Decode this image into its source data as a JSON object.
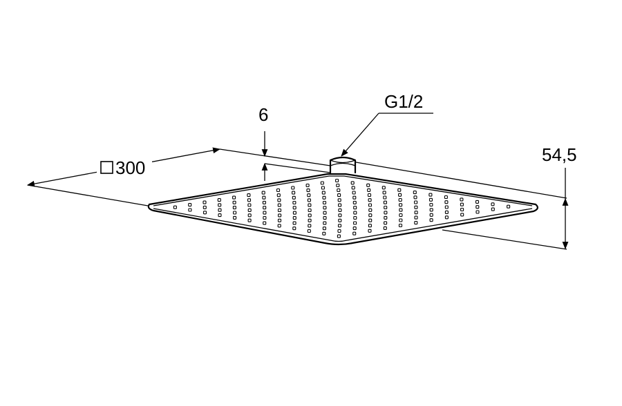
{
  "dimensions": {
    "width_label": "300",
    "plate_thickness_label": "6",
    "connection_label": "G1/2",
    "height_label": "54,5"
  },
  "icons": {
    "square_symbol": "square-symbol-icon"
  },
  "colors": {
    "line": "#000000",
    "background": "#ffffff"
  }
}
